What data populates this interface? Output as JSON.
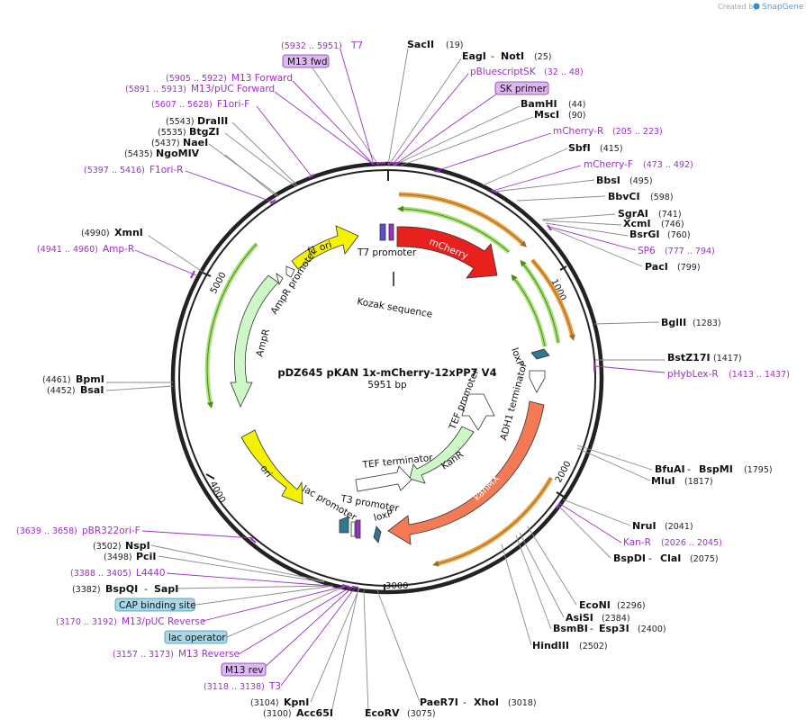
{
  "credit": {
    "prefix": "Created by",
    "brand": "SnapGene"
  },
  "plasmid": {
    "name": "pDZ645 pKAN 1x-mCherry-12xPP7 V4",
    "length": "5951 bp"
  },
  "ticks": [
    "1000",
    "2000",
    "3000",
    "4000",
    "5000"
  ],
  "features": {
    "mcherry": "mCherry",
    "f1ori": "f1 ori",
    "ori": "ori",
    "kanmx": "kanMX",
    "kanr": "KanR",
    "ampr": "AmpR",
    "ampr_promoter": "AmpR promoter",
    "t7_promoter": "T7 promoter",
    "kozak": "Kozak sequence",
    "loxp_top": "loxP",
    "loxp_bottom": "loxP",
    "tef_promoter": "TEF promoter",
    "tef_terminator": "TEF terminator",
    "adh1_terminator": "ADH1 terminator",
    "lac_promoter": "lac promoter",
    "t3_promoter": "T3 promoter"
  },
  "top_left": {
    "t7_range": "(5932 .. 5951)",
    "t7": "T7",
    "m13fwd_box": "M13 fwd",
    "m13fwd_range": "(5905 .. 5922)",
    "m13fwd": "M13 Forward",
    "m13puc_range": "(5891 .. 5913)",
    "m13puc": "M13/pUC Forward",
    "f1orif_range": "(5607 .. 5628)",
    "f1orif": "F1ori-F",
    "draiii_pos": "(5543)",
    "draiii": "DraIII",
    "btgzi_pos": "(5535)",
    "btgzi": "BtgZI",
    "naei_pos": "(5437)",
    "naei": "NaeI",
    "ngomiv_pos": "(5435)",
    "ngomiv": "NgoMIV",
    "f1orir_range": "(5397 .. 5416)",
    "f1orir": "F1ori-R"
  },
  "left": {
    "xmni_pos": "(4990)",
    "xmni": "XmnI",
    "ampr_range": "(4941 .. 4960)",
    "ampr": "Amp-R",
    "bpmi_pos": "(4461)",
    "bpmi": "BpmI",
    "bsai_pos": "(4452)",
    "bsai": "BsaI"
  },
  "top_right": {
    "sacii": "SacII",
    "sacii_pos": "(19)",
    "eagi": "EagI",
    "noti": "NotI",
    "noti_pos": "(25)",
    "pbluescript": "pBluescriptSK",
    "pbluescript_range": "(32 .. 48)",
    "skprimer_box": "SK primer",
    "bamhi": "BamHI",
    "bamhi_pos": "(44)",
    "msci": "MscI",
    "msci_pos": "(90)",
    "mcherryr": "mCherry-R",
    "mcherryr_range": "(205 .. 223)",
    "sbfi": "SbfI",
    "sbfi_pos": "(415)",
    "mcherryf": "mCherry-F",
    "mcherryf_range": "(473 .. 492)",
    "bbsi": "BbsI",
    "bbsi_pos": "(495)",
    "bbvci": "BbvCI",
    "bbvci_pos": "(598)",
    "sgrai": "SgrAI",
    "sgrai_pos": "(741)",
    "xcmi": "XcmI",
    "xcmi_pos": "(746)",
    "bsrgi": "BsrGI",
    "bsrgi_pos": "(760)",
    "sp6": "SP6",
    "sp6_range": "(777 .. 794)",
    "paci": "PacI",
    "paci_pos": "(799)"
  },
  "right": {
    "bglii": "BglII",
    "bglii_pos": "(1283)",
    "bstz17i": "BstZ17I",
    "bstz17i_pos": "(1417)",
    "phyblexr": "pHybLex-R",
    "phyblexr_range": "(1413 .. 1437)",
    "bfuai": "BfuAI",
    "bspmi": "BspMI",
    "bspmi_pos": "(1795)",
    "mlui": "MluI",
    "mlui_pos": "(1817)",
    "nrui": "NruI",
    "nrui_pos": "(2041)",
    "kanr_primer": "Kan-R",
    "kanr_range": "(2026 .. 2045)",
    "bspdi": "BspDI",
    "clai": "ClaI",
    "clai_pos": "(2075)",
    "econi": "EcoNI",
    "econi_pos": "(2296)",
    "asisi": "AsiSI",
    "asisi_pos": "(2384)",
    "bsmbi": "BsmBI",
    "esp3i": "Esp3I",
    "esp3i_pos": "(2400)",
    "hindiii": "HindIII",
    "hindiii_pos": "(2502)"
  },
  "bottom": {
    "pbr322_range": "(3639 .. 3658)",
    "pbr322": "pBR322ori-F",
    "nspi_pos": "(3502)",
    "nspi": "NspI",
    "pcii_pos": "(3498)",
    "pcii": "PciI",
    "l4440_range": "(3388 .. 3405)",
    "l4440": "L4440",
    "bspqi_pos": "(3382)",
    "bspqi": "BspQI",
    "sapi": "SapI",
    "cap_box": "CAP binding site",
    "m13pucrev_range": "(3170 .. 3192)",
    "m13pucrev": "M13/pUC Reverse",
    "lacop_box": "lac operator",
    "m13rev_range": "(3157 .. 3173)",
    "m13rev": "M13 Reverse",
    "m13rev_box": "M13 rev",
    "t3_range": "(3118 .. 3138)",
    "t3": "T3",
    "kpni_pos": "(3104)",
    "kpni": "KpnI",
    "acc65i_pos": "(3100)",
    "acc65i": "Acc65I",
    "ecorv": "EcoRV",
    "ecorv_pos": "(3075)",
    "paer7i": "PaeR7I",
    "xhoi": "XhoI",
    "xhoi_pos": "(3018)"
  },
  "colors": {
    "backbone": "#222222",
    "primer": "#9b30c9",
    "mcherry": "#e8201e",
    "f1ori": "#f4f200",
    "kanmx": "#f47a55",
    "ampr": "#cdf7c7",
    "box_purple": "#dcb7f0",
    "box_blue": "#a8d8e8",
    "green_arrow": "#5aa51f",
    "orange_arrow": "#e8a040"
  }
}
